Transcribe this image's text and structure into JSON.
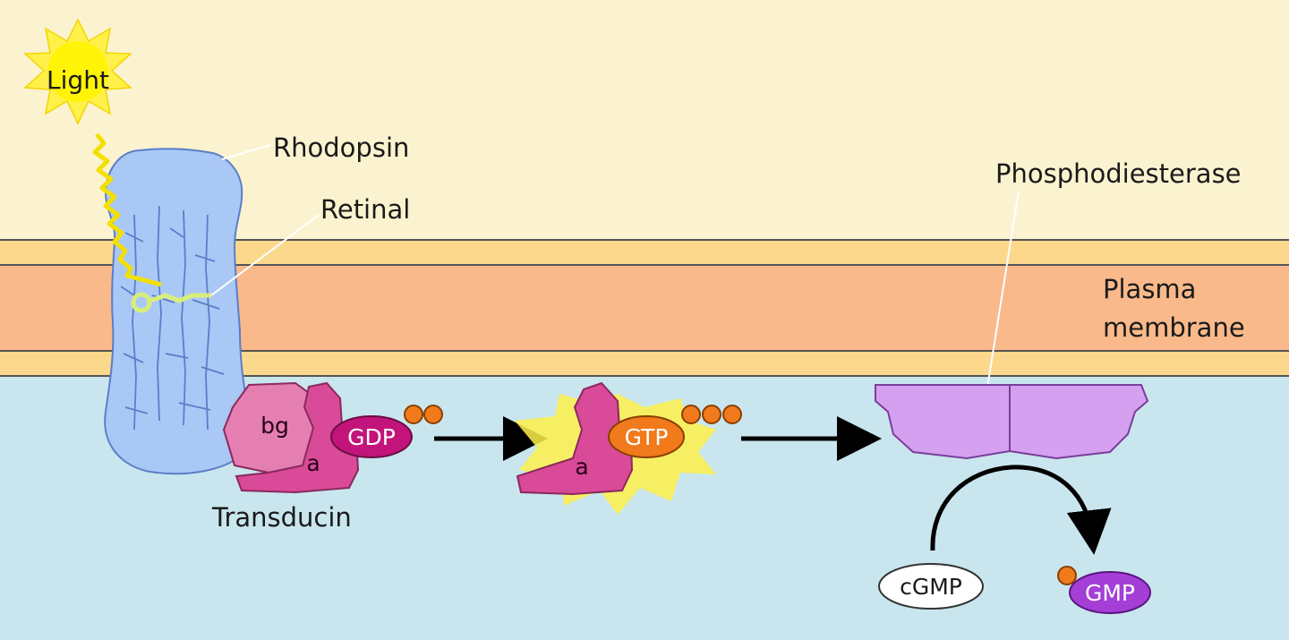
{
  "labels": {
    "light": "Light",
    "rhodopsin": "Rhodopsin",
    "retinal": "Retinal",
    "phosphodiesterase": "Phosphodiesterase",
    "plasma_membrane_1": "Plasma",
    "plasma_membrane_2": "membrane",
    "transducin": "Transducin"
  },
  "subunits": {
    "bg": "bg",
    "a_complex": "a",
    "a_active": "a"
  },
  "molecules": {
    "gdp": "GDP",
    "gtp": "GTP",
    "cgmp": "cGMP",
    "gmp": "GMP"
  },
  "colors": {
    "extracellular": "#fbf3cf",
    "cytosol": "#c9e6ee",
    "membrane_outer": "#fbd88c",
    "membrane_core": "#f9b98a",
    "rhodopsin": "#a9c8f5",
    "beta_gamma": "#e57fb2",
    "alpha": "#d94a98",
    "gdp": "#c2147a",
    "gtp": "#f07a1c",
    "phosphate": "#f07a1c",
    "phosphodiesterase": "#d6a0f0",
    "gmp": "#a43ed6",
    "light": "#fff04a"
  },
  "icons": {
    "light_burst": "starburst",
    "arrows": "right-arrow"
  }
}
